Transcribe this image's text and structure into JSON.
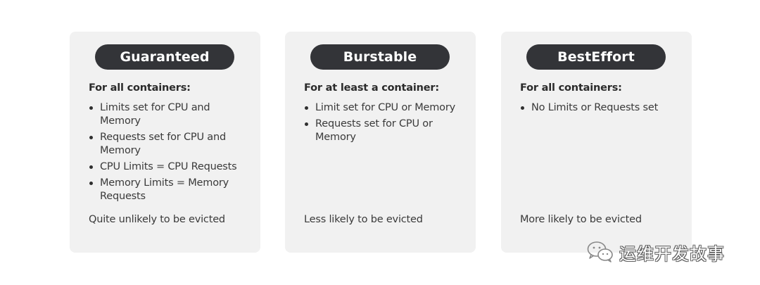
{
  "cards": [
    {
      "title": "Guaranteed",
      "heading": "For all containers:",
      "items": [
        "Limits set for CPU and Memory",
        "Requests set for CPU and Memory",
        "CPU Limits = CPU Requests",
        "Memory Limits = Memory Requests"
      ],
      "footer": "Quite unlikely to be evicted"
    },
    {
      "title": "Burstable",
      "heading": "For at least a container:",
      "items": [
        "Limit set for CPU or Memory",
        "Requests set for CPU or Memory"
      ],
      "footer": "Less likely to be evicted"
    },
    {
      "title": "BestEffort",
      "heading": "For all containers:",
      "items": [
        "No Limits or Requests set"
      ],
      "footer": "More likely to be evicted"
    }
  ],
  "watermark": {
    "text": "运维开发故事",
    "icon": "wechat-icon"
  },
  "colors": {
    "card_background": "#f1f1f1",
    "pill_background": "#333438",
    "text": "#3a3a3a"
  }
}
